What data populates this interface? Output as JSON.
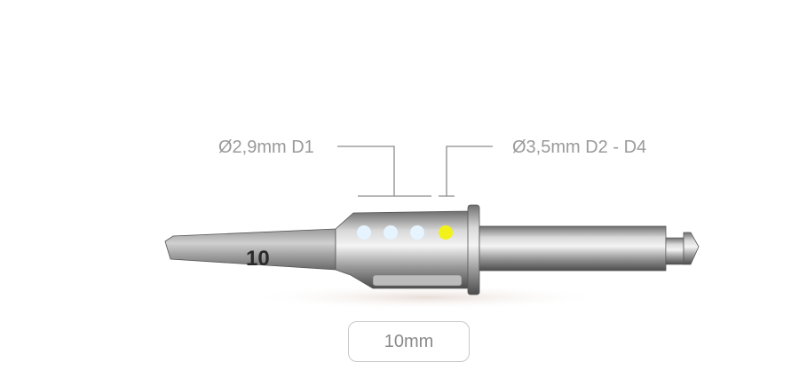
{
  "labels": {
    "d1": "Ø2,9mm D1",
    "d2_d4": "Ø3,5mm D2 - D4"
  },
  "drill": {
    "length_marking": "10",
    "indicator_dots": [
      {
        "color": "#e6f4ff"
      },
      {
        "color": "#e6f4ff"
      },
      {
        "color": "#e6f4ff"
      },
      {
        "color": "#f2f21a"
      }
    ]
  },
  "size_button": {
    "label": "10mm"
  },
  "colors": {
    "leader_line": "#8c8c8c",
    "label_text": "#9a9a9a"
  }
}
